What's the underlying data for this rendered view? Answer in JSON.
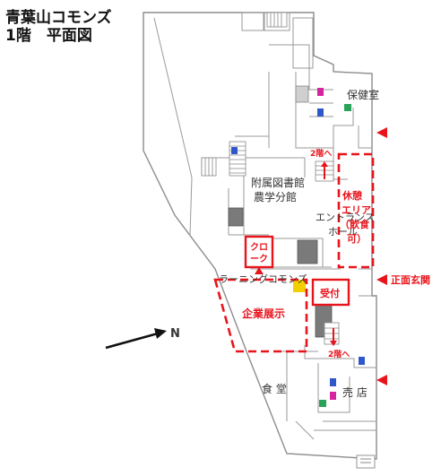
{
  "title": {
    "line1": "青葉山コモンズ",
    "line2": "1階　平面図"
  },
  "rooms": {
    "hokenshitsu": "保健室",
    "library_1": "附属図書館",
    "library_2": "農学分館",
    "entrance_hall_1": "エントランス",
    "entrance_hall_2": "ホール",
    "commons": "ラーニングコモンズ",
    "shokudo": "食 堂",
    "baiten": "売 店"
  },
  "annotations": {
    "to_2f_upper": "2階へ",
    "to_2f_lower": "2階へ",
    "rest_area_1": "休憩",
    "rest_area_2": "エリア",
    "rest_area_3": "（飲食",
    "rest_area_4": "可）",
    "cloak_1": "クロ",
    "cloak_2": "ーク",
    "kigyo": "企業展示",
    "uketsuke": "受付",
    "main_entrance": "正面玄関"
  },
  "compass": {
    "label": "N"
  },
  "colors": {
    "accent_red": "#e8141c",
    "wall_gray": "#9a9a9a",
    "dark_gray": "#6e6e6e",
    "yellow_mark": "#f2cf00",
    "wc_magenta": "#d6249f",
    "wc_blue": "#2f57c9",
    "wc_green": "#2aa35a"
  },
  "icons": [
    "restroom-female-icon",
    "restroom-male-icon",
    "accessible-restroom-icon",
    "elevator-icon",
    "stairs-icon",
    "entrance-arrow-icon",
    "north-arrow-icon"
  ]
}
